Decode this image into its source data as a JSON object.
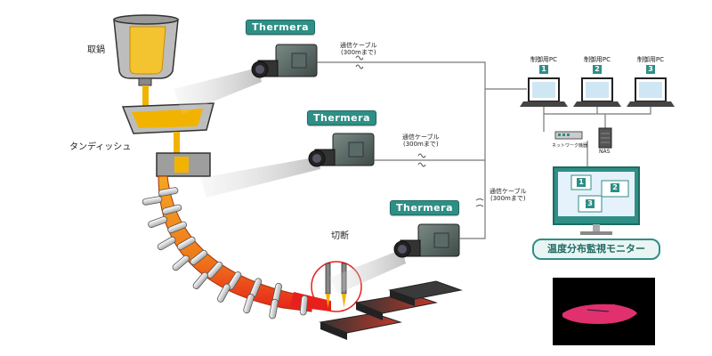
{
  "labels": {
    "ladle": "取鍋",
    "tundish": "タンディッシュ",
    "cutting": "切断",
    "nas": "NAS",
    "switch": "ネットワーク機器"
  },
  "cameras": [
    {
      "brand": "Thermera",
      "cable_label": "通信ケーブル",
      "cable_length": "(300mまで)"
    },
    {
      "brand": "Thermera",
      "cable_label": "通信ケーブル",
      "cable_length": "(300mまで)"
    },
    {
      "brand": "Thermera",
      "cable_label": "通信ケーブル",
      "cable_length": "(300mまで)"
    }
  ],
  "pcs": [
    {
      "label": "制御用PC",
      "number": "1"
    },
    {
      "label": "制御用PC",
      "number": "2"
    },
    {
      "label": "制御用PC",
      "number": "3"
    }
  ],
  "monitor": {
    "title": "温度分布監視モニター",
    "windows": [
      "1",
      "2",
      "3"
    ]
  },
  "colors": {
    "accent": "#2e8f86",
    "molten": "#f2b300",
    "hot_steel": "#e6201c"
  }
}
